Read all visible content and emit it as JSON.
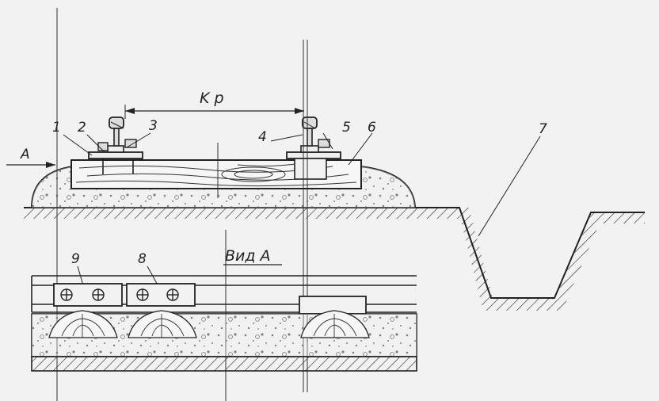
{
  "callouts": {
    "n1": "1",
    "n2": "2",
    "n3": "3",
    "n4": "4",
    "n5": "5",
    "n6": "6",
    "n7": "7",
    "n8": "8",
    "n9": "9"
  },
  "dimension_label": "K p",
  "view_arrow_label": "A",
  "view_title": "Вид А",
  "colors": {
    "ink": "#222222",
    "paper": "#f2f2f2"
  }
}
